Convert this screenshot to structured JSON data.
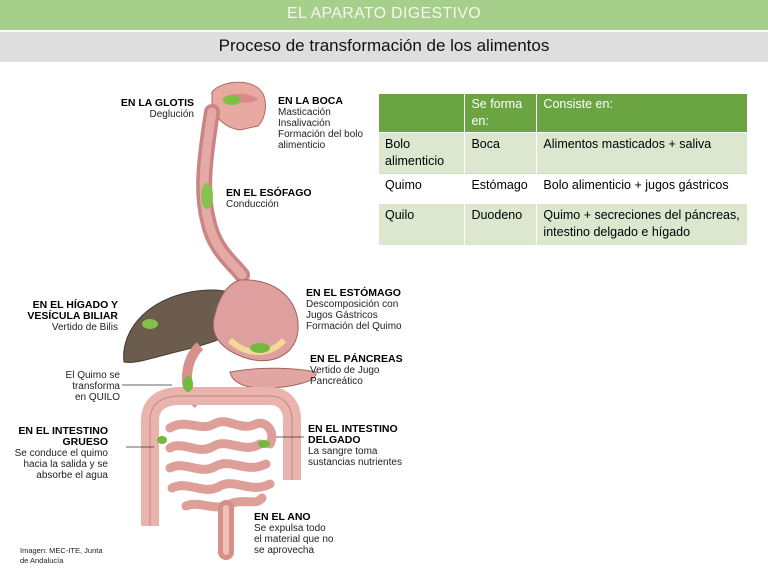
{
  "header": {
    "title": "EL APARATO DIGESTIVO",
    "subtitle": "Proceso de transformación de los alimentos"
  },
  "diagram": {
    "labels": {
      "glotis": {
        "head": "EN LA GLOTIS",
        "lines": [
          "Deglución"
        ]
      },
      "boca": {
        "head": "EN LA BOCA",
        "lines": [
          "Masticación",
          "Insalivación",
          "Formación del bolo",
          "alimenticio"
        ]
      },
      "esofago": {
        "head": "EN EL ESÓFAGO",
        "lines": [
          "Conducción"
        ]
      },
      "estomago": {
        "head": "EN EL ESTÓMAGO",
        "lines": [
          "Descomposición con",
          "Jugos Gástricos",
          "Formación del Quimo"
        ]
      },
      "higado": {
        "head1": "EN EL HÍGADO Y",
        "head2": "VESÍCULA BILIAR",
        "lines": [
          "Vertido de Bilis"
        ]
      },
      "pancreas": {
        "head": "EN EL PÁNCREAS",
        "lines": [
          "Vertido de Jugo",
          "Pancreático"
        ]
      },
      "quimo": {
        "lines": [
          "El Quimo se",
          "transforma",
          "en QUILO"
        ]
      },
      "grueso": {
        "head1": "EN EL INTESTINO",
        "head2": "GRUESO",
        "lines": [
          "Se conduce el quimo",
          "hacia la salida y se",
          "absorbe el agua"
        ]
      },
      "delgado": {
        "head1": "EN EL INTESTINO",
        "head2": "DELGADO",
        "lines": [
          "La sangre toma",
          "sustancias nutrientes"
        ]
      },
      "ano": {
        "head": "EN EL ANO",
        "lines": [
          "Se expulsa todo",
          "el material que no",
          "se aprovecha"
        ]
      }
    },
    "credit": [
      "Imagen: MEC-ITE, Junta",
      "de Andalucía"
    ]
  },
  "table": {
    "headers": [
      "",
      "Se forma en:",
      "Consiste en:"
    ],
    "rows": [
      [
        "Bolo alimenticio",
        "Boca",
        "Alimentos masticados + saliva"
      ],
      [
        "Quimo",
        "Estómago",
        "Bolo alimenticio + jugos gástricos"
      ],
      [
        "Quilo",
        "Duodeno",
        "Quimo + secreciones del páncreas, intestino delgado e hígado"
      ]
    ]
  },
  "colors": {
    "band": "#a6cf8b",
    "tableHeader": "#6ba542",
    "tableStripe": "#dbe8cf",
    "subBand": "#dedede"
  }
}
